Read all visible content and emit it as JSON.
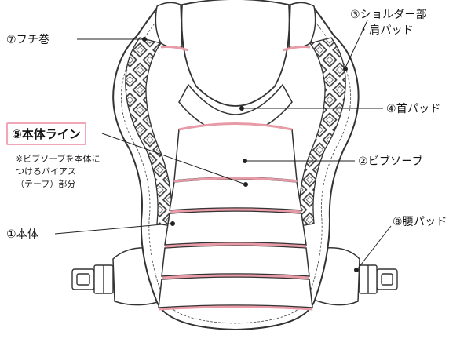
{
  "labels": {
    "fuchi": "⑦フチ巻",
    "shoulder_1": "③ショルダー部",
    "shoulder_2": "・肩パッド",
    "neck": "④首パッド",
    "body_line": "⑤本体ライン",
    "note_1": "※ビブソーブを本体に",
    "note_2": "つけるバイアス",
    "note_3": "（テープ）部分",
    "bib": "②ビブソーブ",
    "main_body": "①本体",
    "waist": "⑧腰パッド"
  },
  "colors": {
    "outline": "#333333",
    "accent_pink": "#e89aa6",
    "highlight_border": "#f1a7b7"
  }
}
